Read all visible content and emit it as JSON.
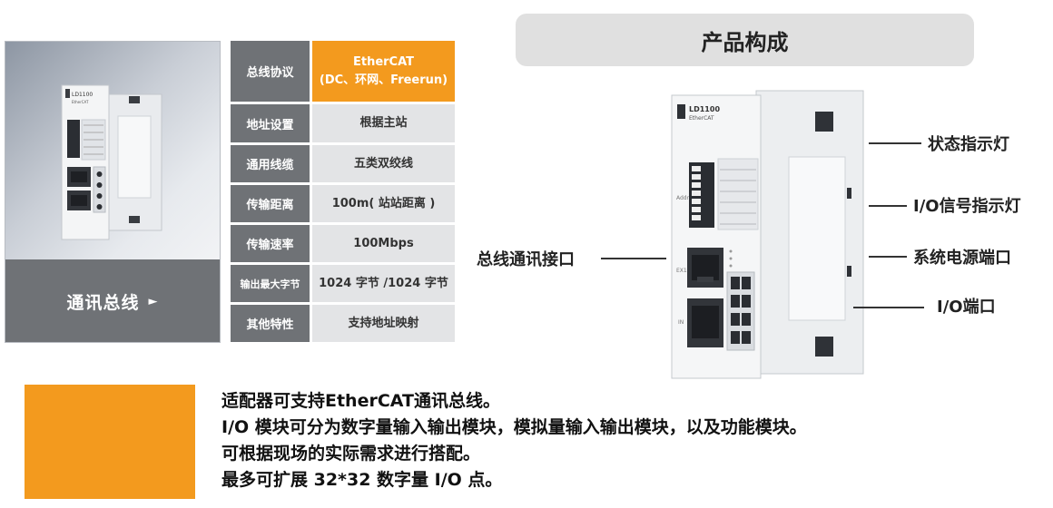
{
  "product_panel": {
    "caption": "通讯总线",
    "caption_arrow": "►",
    "photo_brand": "LD1100",
    "photo_sub": "EtherCAT"
  },
  "spec_table": [
    {
      "label": "总线协议",
      "value_line1": "EtherCAT",
      "value_line2": "(DC、环网、Freerun)"
    },
    {
      "label": "地址设置",
      "value_line1": "根据主站",
      "value_line2": ""
    },
    {
      "label": "通用线缆",
      "value_line1": "五类双绞线",
      "value_line2": ""
    },
    {
      "label": "传输距离",
      "value_line1": "100m( 站站距离 )",
      "value_line2": ""
    },
    {
      "label": "传输速率",
      "value_line1": "100Mbps",
      "value_line2": ""
    },
    {
      "label": "输出最大字节",
      "value_line1": "1024 字节 /1024 字节",
      "value_line2": ""
    },
    {
      "label": "其他特性",
      "value_line1": "支持地址映射",
      "value_line2": ""
    }
  ],
  "composition": {
    "title": "产品构成",
    "device_brand": "LD1100",
    "device_sub": "EtherCAT",
    "device_addr": "Addr",
    "device_port1": "EX1",
    "device_port2": "IN",
    "callouts": {
      "status_led": "状态指示灯",
      "io_signal_led": "I/O信号指示灯",
      "power_port": "系统电源端口",
      "io_port": "I/O端口",
      "bus_port": "总线通讯接口"
    }
  },
  "description": [
    "适配器可支持EtherCAT通讯总线。",
    "I/O 模块可分为数字量输入输出模块，模拟量输入输出模块，以及功能模块。",
    "可根据现场的实际需求进行搭配。",
    "最多可扩展 32*32 数字量 I/O 点。"
  ],
  "colors": {
    "accent_orange": "#f39a1e",
    "label_gray": "#6f7276",
    "cell_gray": "#e3e4e6",
    "title_gray": "#e0e0e0"
  }
}
